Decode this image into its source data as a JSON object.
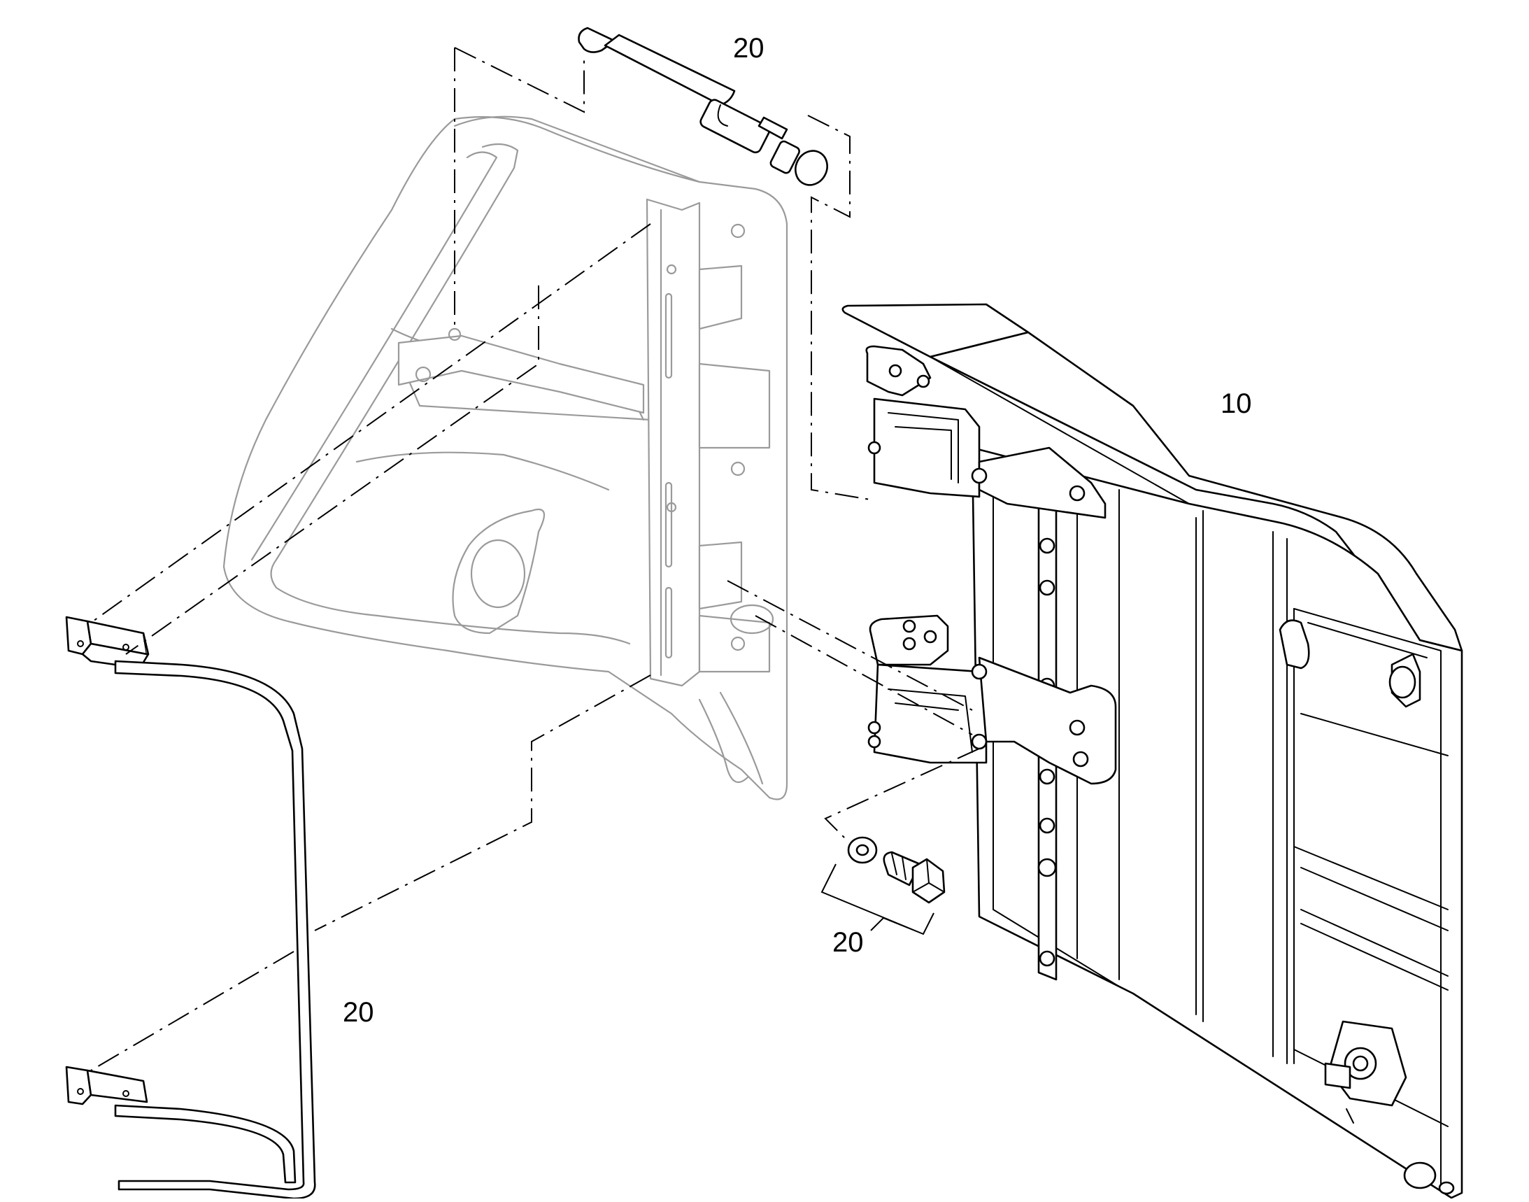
{
  "diagram": {
    "callouts": [
      {
        "id": "gas-strut",
        "label": "20"
      },
      {
        "id": "door-panel",
        "label": "10"
      },
      {
        "id": "bolt-washer",
        "label": "20"
      },
      {
        "id": "grab-handle",
        "label": "20"
      }
    ]
  }
}
